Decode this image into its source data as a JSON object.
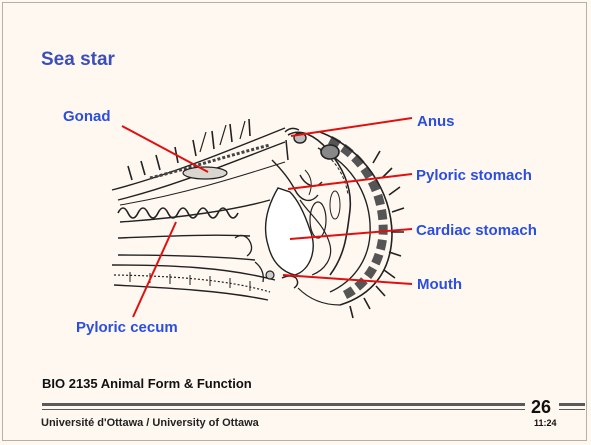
{
  "slide": {
    "title": "Sea star",
    "labels": {
      "gonad": "Gonad",
      "anus": "Anus",
      "pyloric_stomach": "Pyloric stomach",
      "cardiac_stomach": "Cardiac stomach",
      "mouth": "Mouth",
      "pyloric_cecum": "Pyloric cecum"
    },
    "arrow_color": "#e01010",
    "label_color": "#2b4ee0"
  },
  "footer": {
    "course": "BIO 2135 Animal Form & Function",
    "university": "Université d'Ottawa / University of Ottawa",
    "page_number": "26",
    "time": "11:24"
  }
}
